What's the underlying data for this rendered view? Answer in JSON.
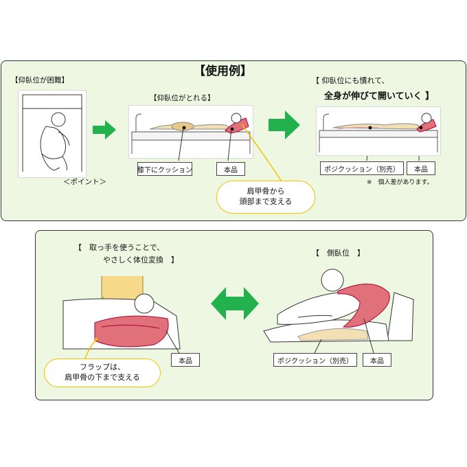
{
  "top_panel": {
    "title": "【使用例】",
    "step1": {
      "label": "【仰臥位が困難】",
      "caption": "＜ポイント＞"
    },
    "step2": {
      "label": "【仰臥位がとれる】",
      "callout_knee": "膝下にクッション",
      "callout_product": "本品",
      "bubble_line1": "肩甲骨から",
      "bubble_line2": "頭部まで支える"
    },
    "step3": {
      "label_line1": "【 仰臥位にも慣れて、",
      "label_line2": "全身が伸びて開いていく 】",
      "callout_cushion": "ポジクッション（別売）",
      "callout_product": "本品",
      "note": "※　個人差があります。"
    }
  },
  "bottom_panel": {
    "left": {
      "label_line1": "【　取っ手を使うことで、",
      "label_line2": "やさしく体位変換　】",
      "callout_product": "本品",
      "bubble_line1": "フラップは、",
      "bubble_line2": "肩甲骨の下まで支える"
    },
    "right": {
      "label": "【　側臥位　】",
      "callout_cushion": "ポジクッション（別売）",
      "callout_product": "本品"
    }
  },
  "colors": {
    "panel_bg": "#eef7e2",
    "arrow_green": "#22b14c",
    "bubble_border": "#f2c200",
    "product_pink": "#e0707a",
    "shirt_yellow": "#f7d98a",
    "cushion_beige": "#f2dfb4"
  },
  "icons": {
    "arrow_right": "arrow-right-icon",
    "arrow_double": "double-arrow-icon"
  }
}
